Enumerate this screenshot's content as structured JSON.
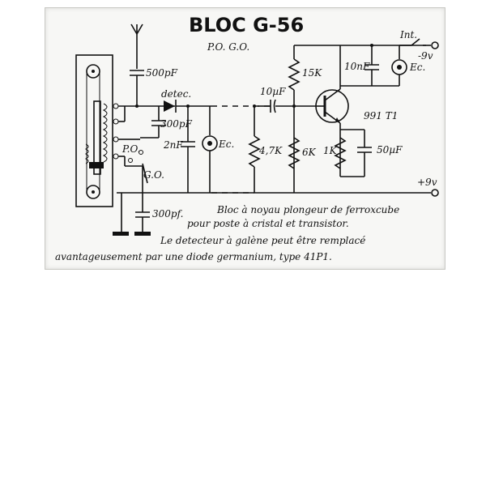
{
  "diagram": {
    "title": "BLOC G-56",
    "subtitle": "P.O. G.O.",
    "components": {
      "antenna_cap": "500pF",
      "detector": "detec.",
      "detector_cap": "300pF",
      "filter_cap": "2nF",
      "earphone_1": "Ec.",
      "coupling_cap": "10µF",
      "bias_top": "15K",
      "bias_bottom": "6K",
      "base_res": "4,7K",
      "emitter_res": "1K",
      "emitter_cap": "50µF",
      "collector_cap": "10nF",
      "earphone_2": "Ec.",
      "transistor": "991 T1",
      "switch": "Int.",
      "neg_supply": "-9v",
      "pos_supply": "+9v",
      "po_tap": "P.O.",
      "go_tap": "G.O.",
      "ground_cap": "300pf."
    },
    "caption": [
      "Bloc à noyau plongeur de ferroxcube",
      "pour poste à cristal et transistor.",
      "Le detecteur à galène peut être remplacé",
      "avantageusement par une diode germanium, type 41P1."
    ]
  }
}
